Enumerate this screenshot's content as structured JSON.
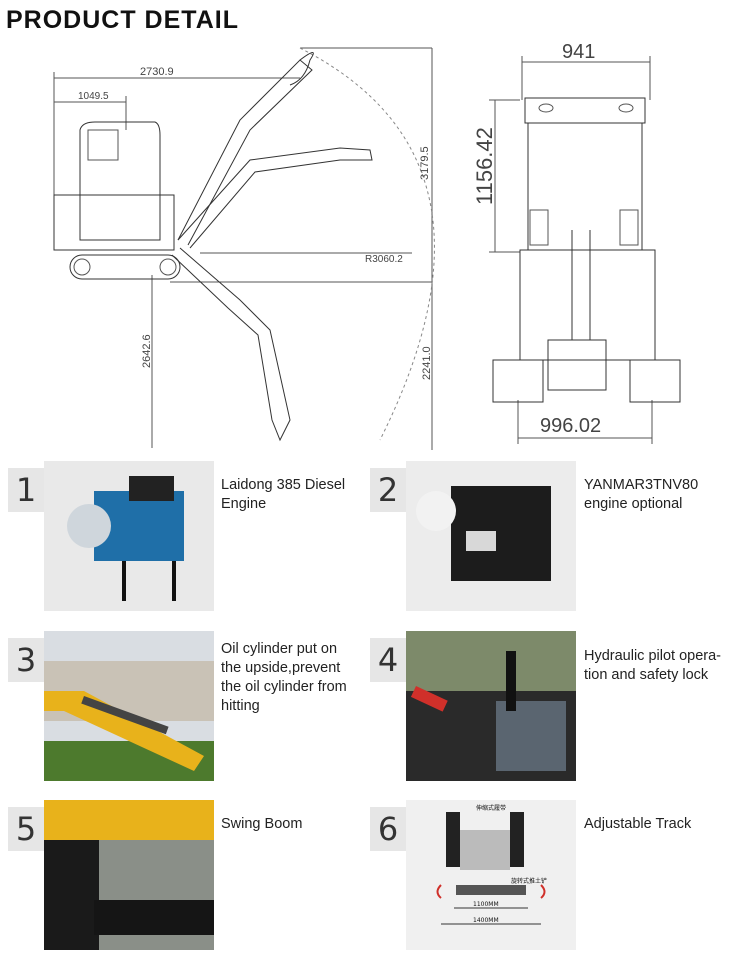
{
  "page": {
    "title": "PRODUCT DETAIL"
  },
  "drawing": {
    "side_dims": {
      "overall_length": "2730.9",
      "cab_length": "1049.5",
      "max_height": "3179.5",
      "swing_radius": "R3060.2",
      "dig_depth_left": "2642.6",
      "dig_depth_right": "2241.0"
    },
    "front_dims": {
      "top_width": "941",
      "height": "1156.42",
      "track_width": "996.02"
    }
  },
  "features": [
    {
      "number": "1",
      "text_lines": [
        "Laidong 385 Diesel",
        "Engine"
      ],
      "image": "blue-diesel-engine-photo"
    },
    {
      "number": "2",
      "text_lines": [
        "YANMAR3TNV80",
        "engine optional"
      ],
      "image": "black-yanmar-engine-photo"
    },
    {
      "number": "3",
      "text_lines": [
        "Oil cylinder put on",
        "the upside,prevent",
        "the oil cylinder from",
        "hitting"
      ],
      "image": "yellow-boom-cylinder-photo"
    },
    {
      "number": "4",
      "text_lines": [
        "Hydraulic pilot opera-",
        "tion and safety lock"
      ],
      "image": "cab-controls-photo"
    },
    {
      "number": "5",
      "text_lines": [
        "Swing Boom"
      ],
      "image": "dozer-blade-track-photo"
    },
    {
      "number": "6",
      "text_lines": [
        "Adjustable Track"
      ],
      "image": "adjustable-track-diagram-photo"
    }
  ],
  "track_diagram": {
    "label_top": "伸缩式履带",
    "label_bottom": "旋转式推土铲",
    "inner_width": "1100MM",
    "outer_width": "1400MM"
  }
}
